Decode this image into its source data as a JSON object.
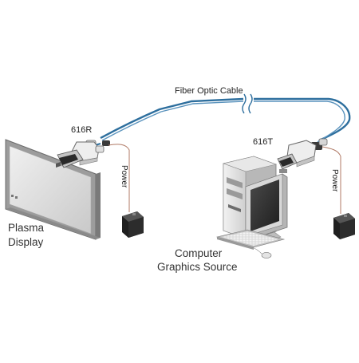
{
  "labels": {
    "fiber_cable": "Fiber Optic Cable",
    "receiver": "616R",
    "transmitter": "616T",
    "power_left": "Power",
    "power_right": "Power",
    "display_line1": "Plasma",
    "display_line2": "Display",
    "source_line1": "Computer",
    "source_line2": "Graphics Source"
  },
  "colors": {
    "fiber": "#2e6f9e",
    "power_wire": "#b07a66",
    "device_light": "#eeeeee",
    "device_mid": "#c4c4c4",
    "device_dark": "#8a8a8a",
    "screen_dark": "#3a3a3a",
    "adapter_dark": "#2a2a2a"
  }
}
